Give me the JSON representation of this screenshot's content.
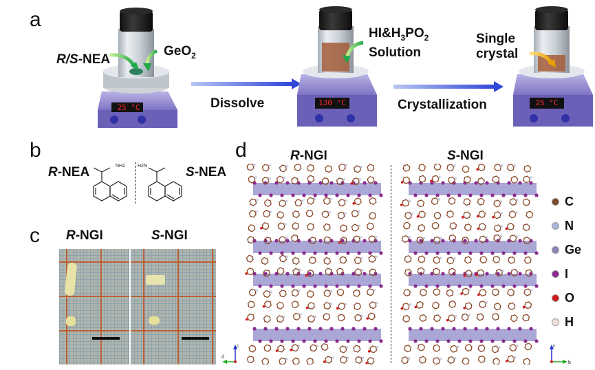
{
  "panels": {
    "a": {
      "letter": "a",
      "labels": {
        "rs_nea_prefix": "R/S",
        "rs_nea_suffix": "-NEA",
        "geo2_main": "GeO",
        "geo2_sub": "2",
        "hi_solution_line1_main": "HI&H",
        "hi_solution_line1_sub1": "3",
        "hi_solution_line1_mid": "PO",
        "hi_solution_line1_sub2": "2",
        "hi_solution_line2": "Solution",
        "single_crystal_line1": "Single",
        "single_crystal_line2": "crystal"
      },
      "steps": {
        "dissolve": "Dissolve",
        "crystallization": "Crystallization"
      },
      "displays": [
        "25 °C",
        "130 °C",
        "25 °C"
      ]
    },
    "b": {
      "letter": "b",
      "r_prefix": "R",
      "r_suffix": "-NEA",
      "s_prefix": "S",
      "s_suffix": "-NEA",
      "nh2": "NH2",
      "h2n": "H2N"
    },
    "c": {
      "letter": "c",
      "r_prefix": "R",
      "r_suffix": "-NGI",
      "s_prefix": "S",
      "s_suffix": "-NGI"
    },
    "d": {
      "letter": "d",
      "r_prefix": "R",
      "r_suffix": "-NGI",
      "s_prefix": "S",
      "s_suffix": "-NGI",
      "axis_left": {
        "up": "c",
        "right": "d"
      },
      "axis_right": {
        "up": "c",
        "right": "b"
      },
      "legend": [
        {
          "label": "C",
          "color": "#7a4a2a"
        },
        {
          "label": "N",
          "color": "#a9b8d8"
        },
        {
          "label": "Ge",
          "color": "#8a86b8"
        },
        {
          "label": "I",
          "color": "#8b2a8f"
        },
        {
          "label": "O",
          "color": "#d41c1c"
        },
        {
          "label": "H",
          "color": "#f3dede"
        }
      ]
    }
  },
  "colors": {
    "hotplate": "#7b6fc0",
    "arrow": "#3b54d9",
    "bond": "#8a4a2a",
    "octahedra": "#8d88c7",
    "iodine": "#8b2a8f"
  }
}
